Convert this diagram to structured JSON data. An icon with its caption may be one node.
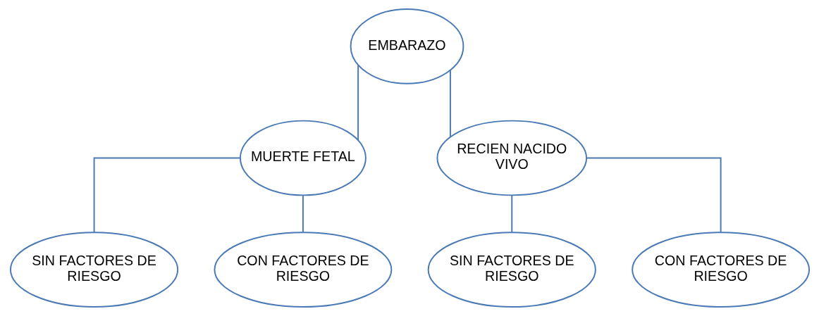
{
  "diagram": {
    "nodes": [
      {
        "text": [
          "EMBARAZO"
        ]
      },
      {
        "text": [
          "MUERTE FETAL"
        ]
      },
      {
        "text": [
          "RECIEN NACIDO VIVO"
        ]
      },
      {
        "text": [
          "SIN FACTORES DE RIESGO"
        ]
      },
      {
        "text": [
          "CON FACTORES DE RIESGO"
        ]
      },
      {
        "text": [
          "SIN FACTORES DE RIESGO"
        ]
      },
      {
        "text": [
          "CON FACTORES DE RIESGO"
        ]
      }
    ],
    "edges": [
      {
        "from": 0,
        "to": 1,
        "arrow": "none"
      },
      {
        "from": 0,
        "to": 2,
        "arrow": "none"
      },
      {
        "from": 1,
        "to": 3,
        "arrow": "none"
      },
      {
        "from": 1,
        "to": 4,
        "arrow": "none"
      },
      {
        "from": 2,
        "to": 5,
        "arrow": "none"
      },
      {
        "from": 2,
        "to": 6,
        "arrow": "none"
      }
    ]
  }
}
